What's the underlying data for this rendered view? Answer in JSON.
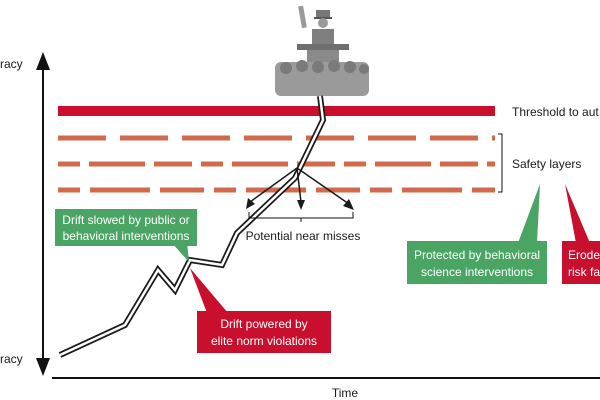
{
  "y_axis": {
    "top_label": "racy",
    "bottom_label": "racy"
  },
  "x_axis": {
    "label": "Time"
  },
  "threshold": {
    "label": "Threshold to aut"
  },
  "safety_layers": {
    "label": "Safety layers",
    "count": 3
  },
  "near_misses": {
    "label": "Potential near misses",
    "count": 3
  },
  "callouts": {
    "drift_slowed": [
      "Drift slowed by public or",
      "behavioral interventions"
    ],
    "drift_powered": [
      "Drift powered by",
      "elite norm violations"
    ],
    "protected": [
      "Protected by behavioral",
      "science interventions"
    ],
    "eroded": [
      "Erode",
      "risk fa"
    ]
  },
  "colors": {
    "threshold_red": "#c8102e",
    "layer_orange": "#d2694a",
    "callout_green": "#4aa564",
    "callout_red": "#c8102e",
    "axis": "#111111",
    "podium_grey": "#8a8a8a"
  },
  "icons": {
    "leader": "speaker-at-podium-icon"
  }
}
